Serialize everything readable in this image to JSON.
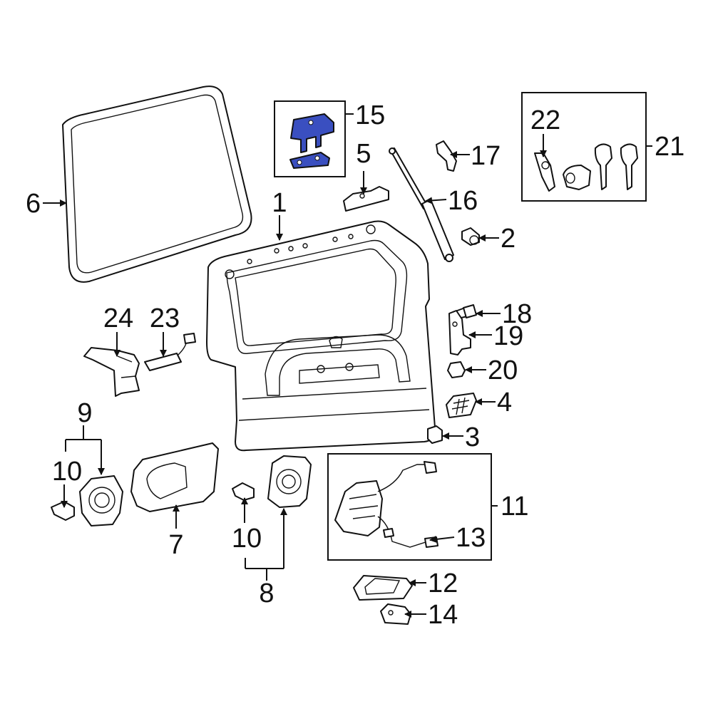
{
  "diagram": {
    "highlight_color": "#3a4fc0",
    "line_color": "#111111",
    "background": "#ffffff",
    "callouts": {
      "c1": "1",
      "c2": "2",
      "c3": "3",
      "c4": "4",
      "c5": "5",
      "c6": "6",
      "c7": "7",
      "c8": "8",
      "c9": "9",
      "c10a": "10",
      "c10b": "10",
      "c11": "11",
      "c12": "12",
      "c13": "13",
      "c14": "14",
      "c15": "15",
      "c16": "16",
      "c17": "17",
      "c18": "18",
      "c19": "19",
      "c20": "20",
      "c21": "21",
      "c22": "22",
      "c23": "23",
      "c24": "24"
    }
  }
}
